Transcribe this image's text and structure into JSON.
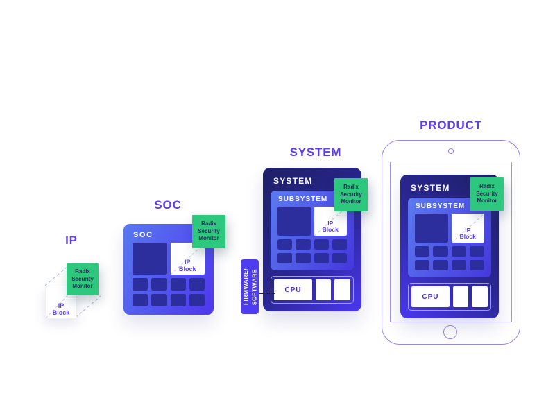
{
  "diagram": {
    "badge_text": "Radix\nSecurity\nMonitor",
    "stages": {
      "ip": {
        "title": "IP",
        "block_label": "IP\nBlock"
      },
      "soc": {
        "title": "SOC",
        "box_label": "SOC",
        "block_label": "IP\nBlock"
      },
      "system": {
        "title": "SYSTEM",
        "box_label": "SYSTEM",
        "subsystem_label": "SUBSYSTEM",
        "block_label": "IP\nBlock",
        "cpu_label": "CPU",
        "firmware_label": "FIRMWARE/\nSOFTWARE"
      },
      "product": {
        "title": "PRODUCT",
        "box_label": "SYSTEM",
        "subsystem_label": "SUBSYSTEM",
        "block_label": "IP\nBlock",
        "cpu_label": "CPU"
      }
    },
    "colors": {
      "accent_purple": "#5c3bf0",
      "badge_green": "#2dc87d",
      "badge_text": "#1c2d50",
      "dark_navy": "#1e2066",
      "bright_indigo": "#4a38f0",
      "subsystem_blue": "#5b7af0",
      "grid_cell_navy": "#2c2e9e",
      "firmware_indigo": "#4d3cf0",
      "tablet_outline": "#9286f0"
    }
  }
}
